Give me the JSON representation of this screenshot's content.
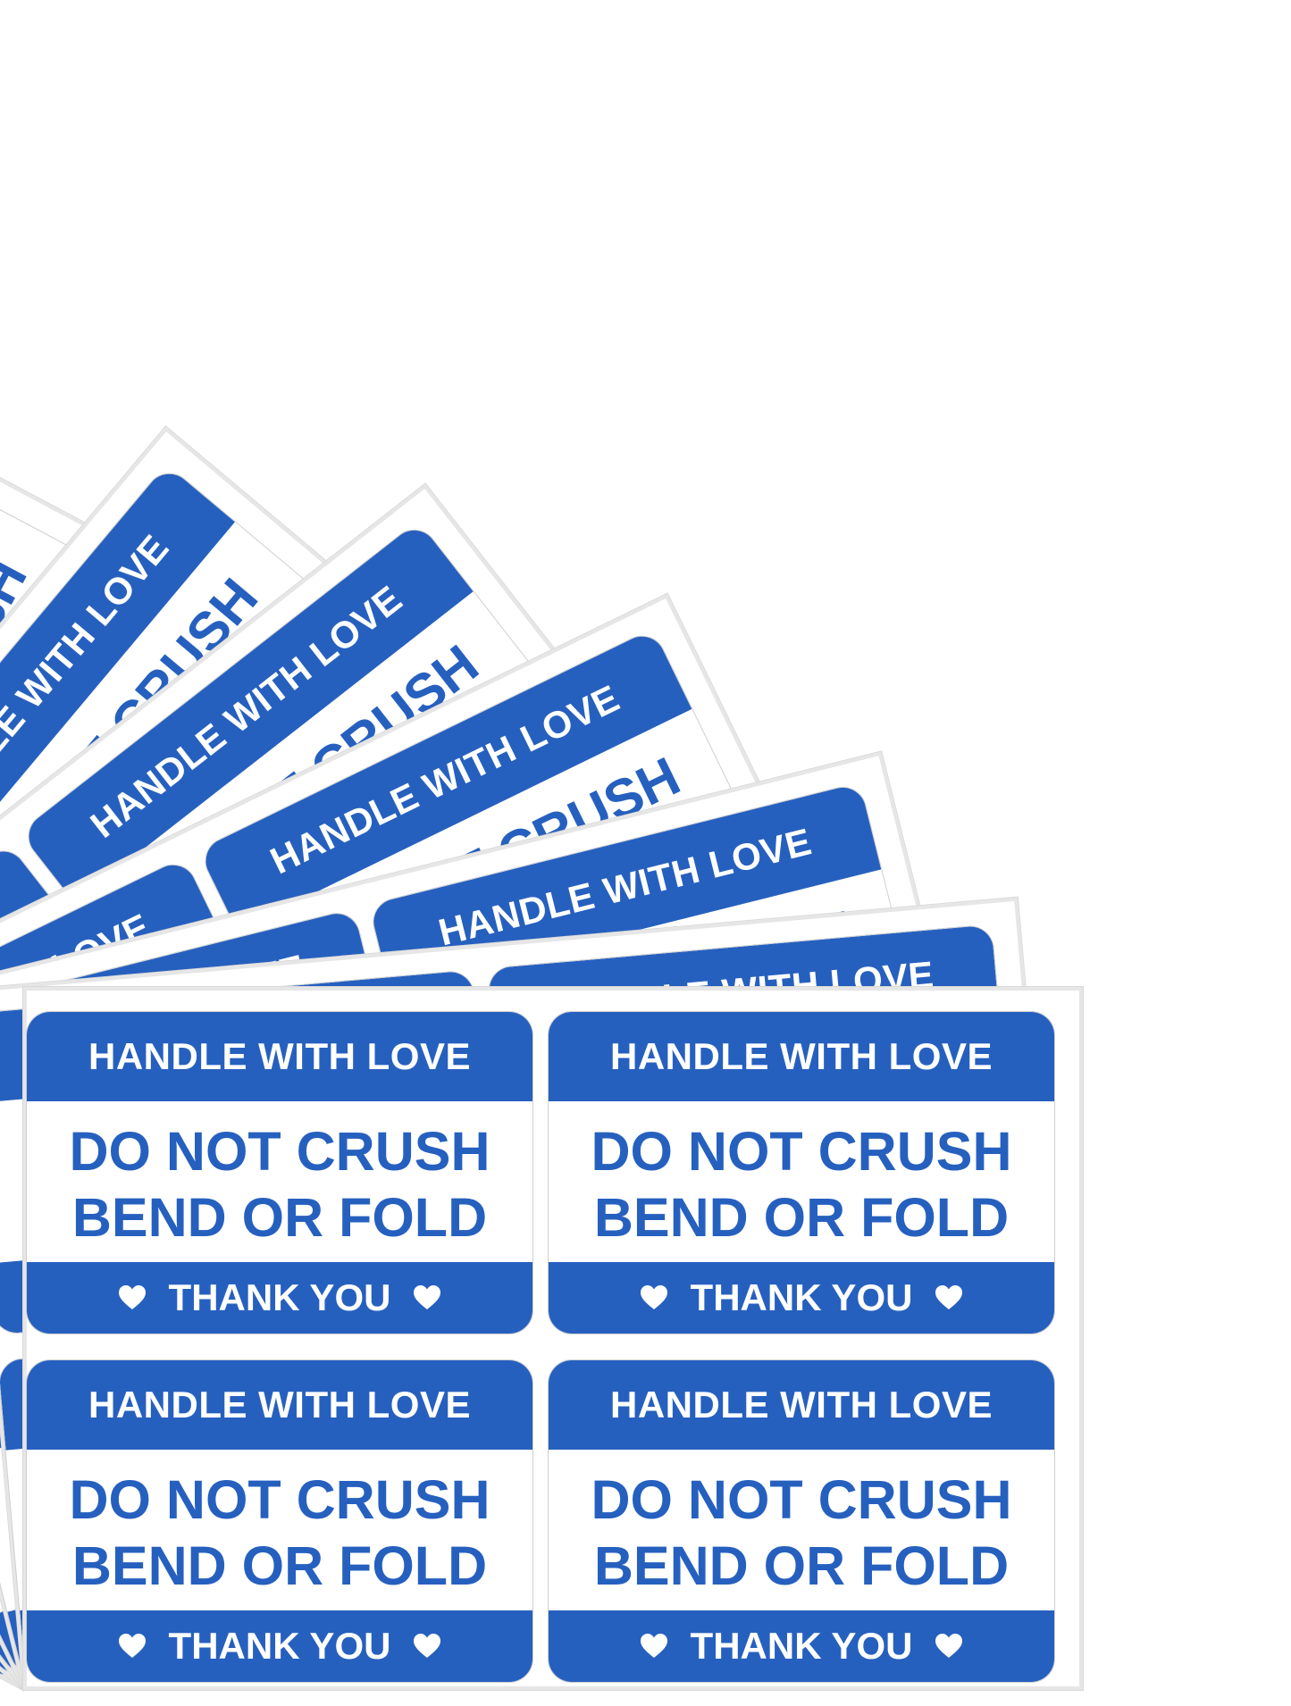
{
  "colors": {
    "accent": "#2660bf",
    "backing": "#ffffff",
    "backing_border": "#e6e6e6"
  },
  "sticker": {
    "header": "HANDLE WITH LOVE",
    "line1": "DO NOT CRUSH",
    "line2": "BEND OR FOLD",
    "footer": "THANK YOU",
    "footer_icon": "heart-icon"
  }
}
